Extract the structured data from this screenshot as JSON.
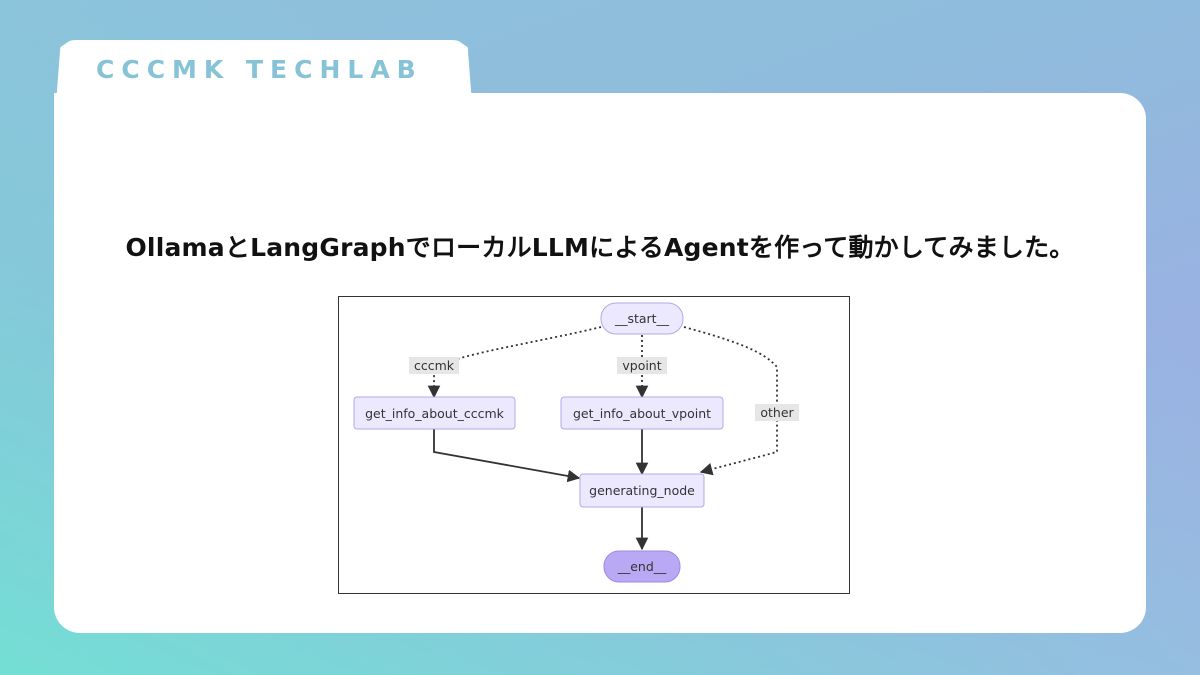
{
  "brand": {
    "name": "CCCMK TECHLAB"
  },
  "headline": "OllamaとLangGraphでローカルLLMによるAgentを作って動かしてみました。",
  "colors": {
    "brand_text": "#86c3d6",
    "node_fill": "#ece9ff",
    "node_stroke": "#b5a7e8",
    "terminal_fill": "#b9a9f5",
    "edge": "#333333",
    "edge_label_bg": "#e6e6e6"
  },
  "diagram": {
    "nodes": {
      "start": "__start__",
      "cccmk": "get_info_about_cccmk",
      "vpoint": "get_info_about_vpoint",
      "generating": "generating_node",
      "end": "__end__"
    },
    "edge_labels": {
      "cccmk": "cccmk",
      "vpoint": "vpoint",
      "other": "other"
    },
    "edges": [
      {
        "from": "__start__",
        "to": "get_info_about_cccmk",
        "label": "cccmk",
        "style": "conditional"
      },
      {
        "from": "__start__",
        "to": "get_info_about_vpoint",
        "label": "vpoint",
        "style": "conditional"
      },
      {
        "from": "__start__",
        "to": "generating_node",
        "label": "other",
        "style": "conditional"
      },
      {
        "from": "get_info_about_cccmk",
        "to": "generating_node",
        "style": "solid"
      },
      {
        "from": "get_info_about_vpoint",
        "to": "generating_node",
        "style": "solid"
      },
      {
        "from": "generating_node",
        "to": "__end__",
        "style": "solid"
      }
    ]
  }
}
